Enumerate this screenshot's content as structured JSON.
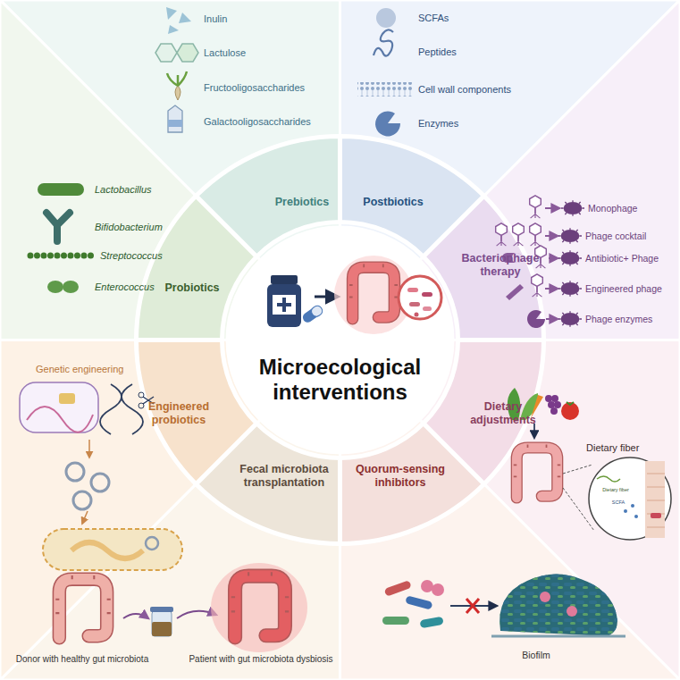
{
  "diagram": {
    "title": "Microecological interventions",
    "nodes": [
      {
        "text": [
          "Prebiotics"
        ]
      },
      {
        "text": [
          "Postbiotics"
        ]
      },
      {
        "text": [
          "Bacteriophage therapy"
        ]
      },
      {
        "text": [
          "Dietary adjustments"
        ]
      },
      {
        "text": [
          "Quorum-sensing inhibitors"
        ]
      },
      {
        "text": [
          "Fecal microbiota transplantation"
        ]
      },
      {
        "text": [
          "Engineered probiotics"
        ]
      },
      {
        "text": [
          "Probiotics"
        ]
      }
    ],
    "labels": [
      "Inulin",
      "Lactulose",
      "Fructooligosaccharides",
      "Galactooligosaccharides",
      "SCFAs",
      "Peptides",
      "Cell wall components",
      "Enzymes",
      "Lactobacillus",
      "Bifidobacterium",
      "Streptococcus",
      "Enterococcus",
      "Monophage",
      "Phage cocktail",
      "Antibiotic+ Phage",
      "Engineered phage",
      "Phage enzymes",
      "Genetic engineering",
      "Dietary fiber",
      "Dietary fiber",
      "SCFA",
      "Donor with healthy gut microbiota",
      "Patient with gut microbiota dysbiosis",
      "Biofilm"
    ]
  }
}
